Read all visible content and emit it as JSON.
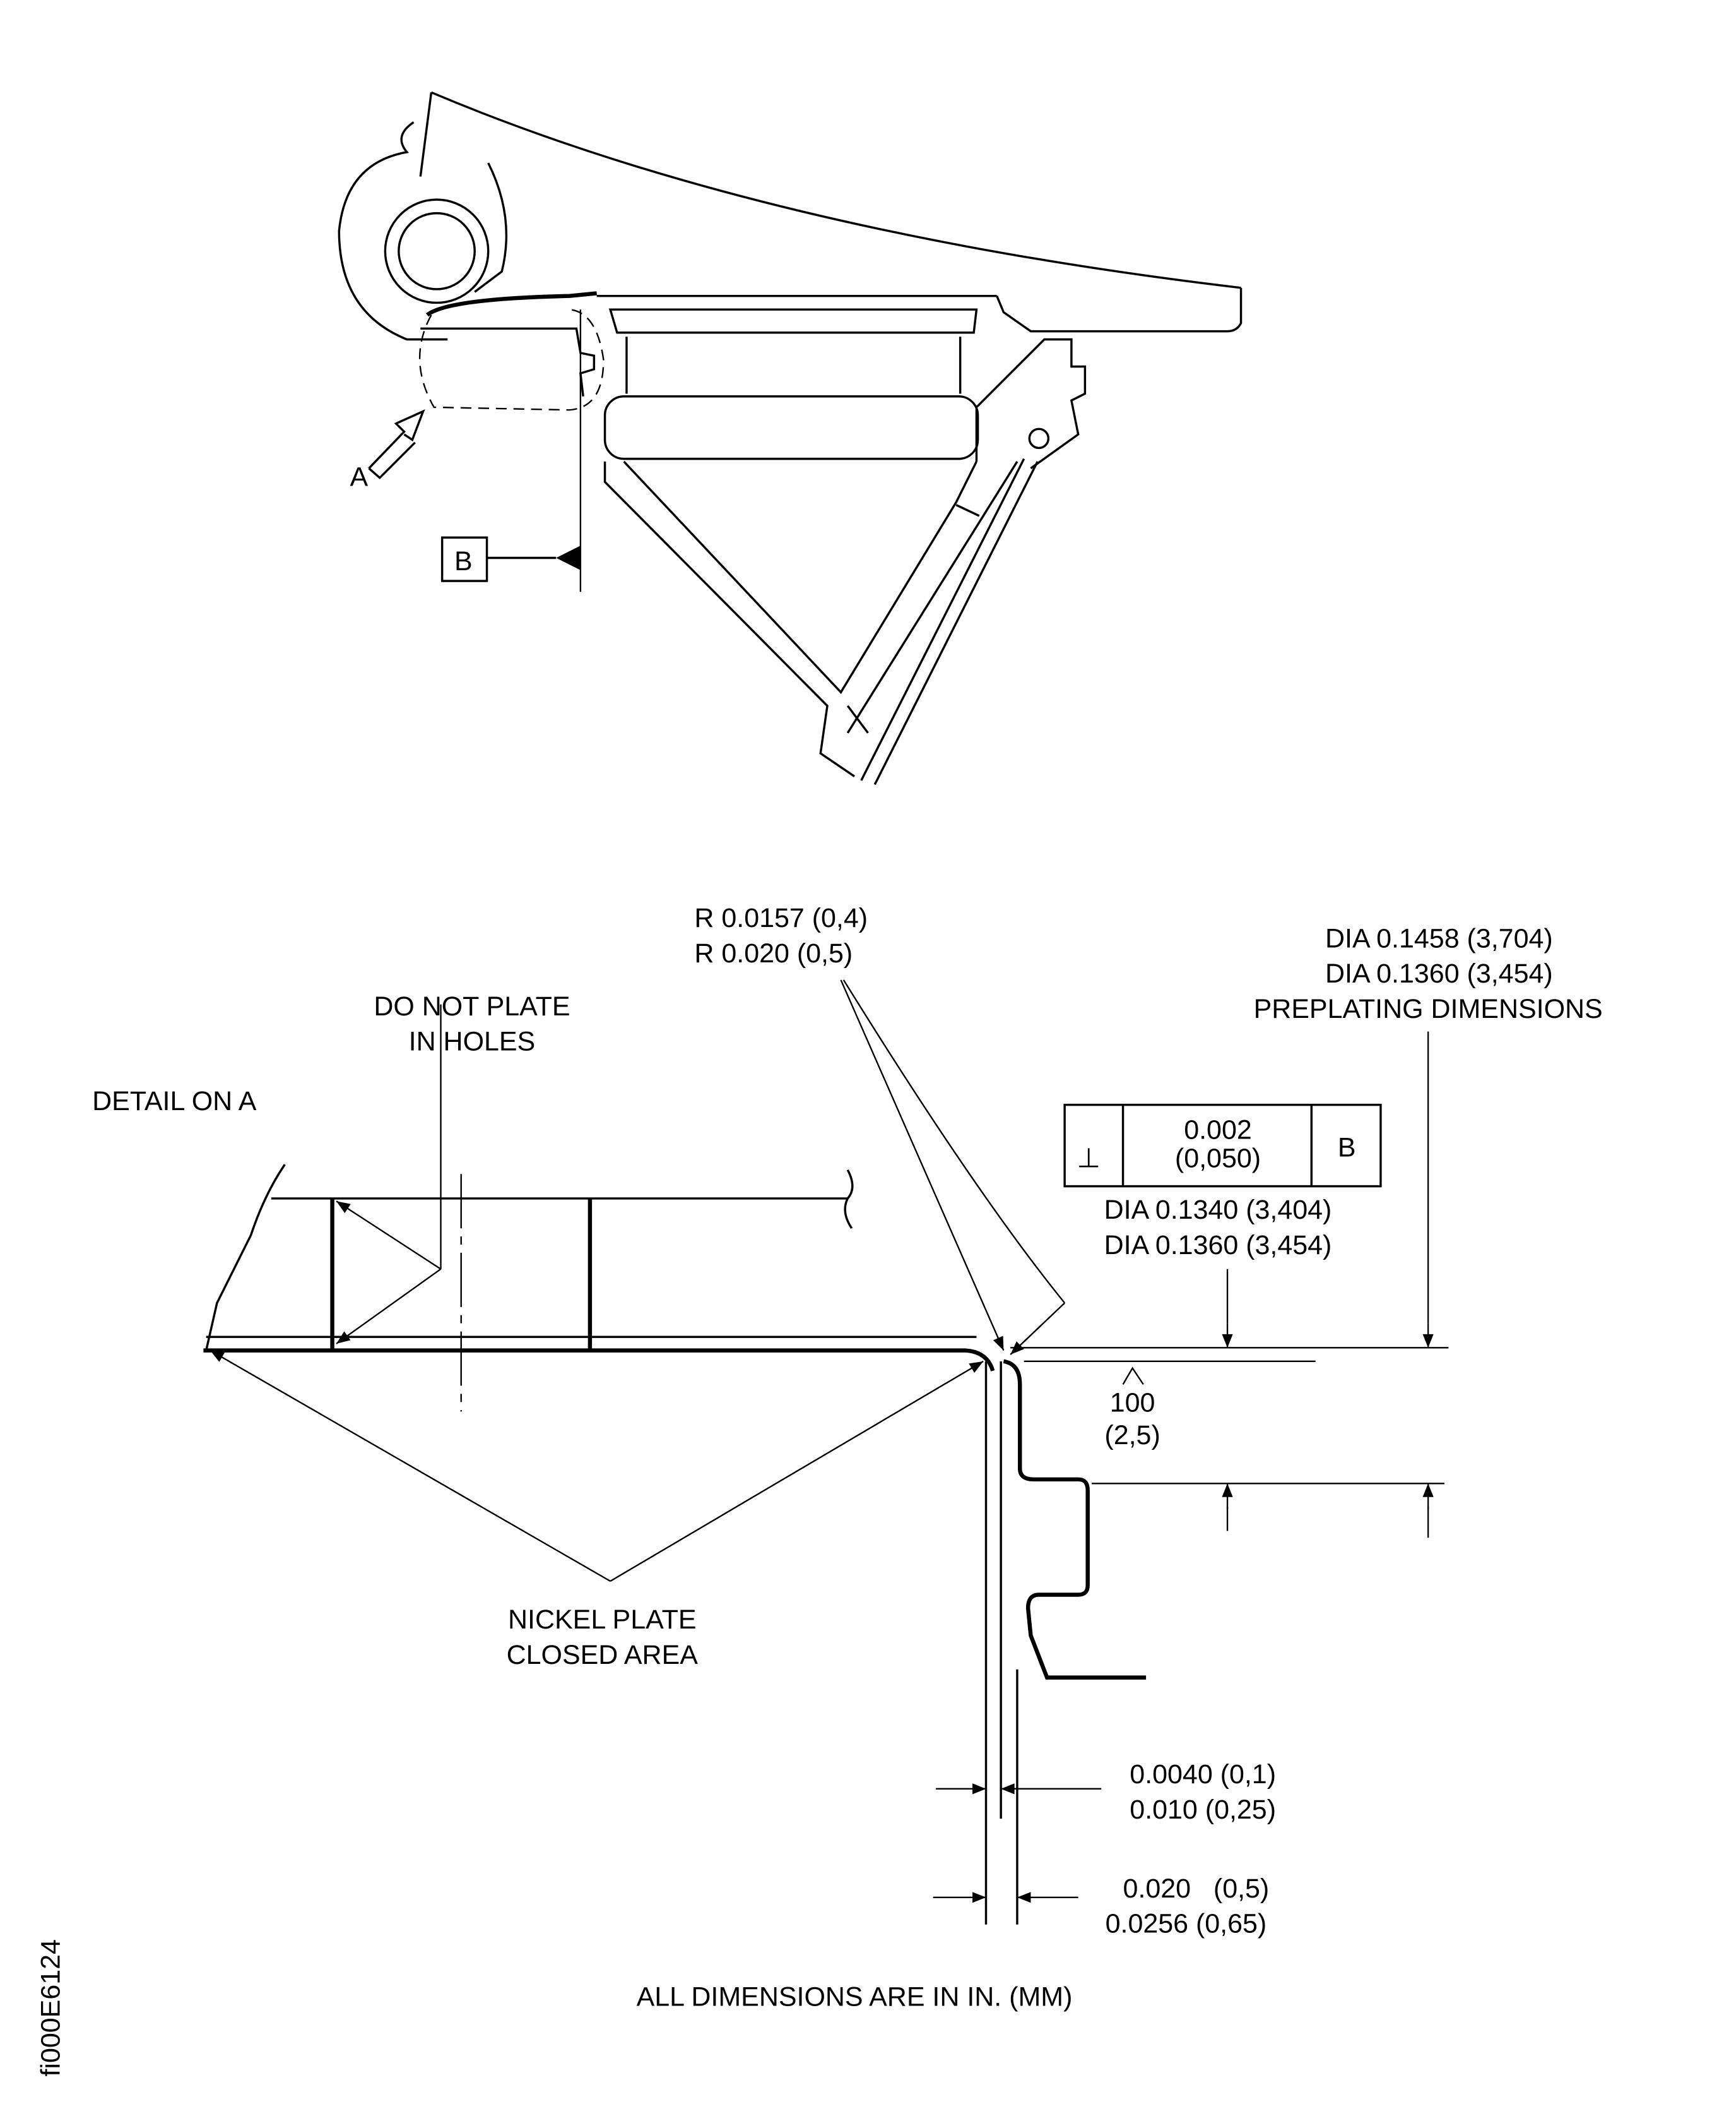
{
  "figure_id": "fi000E6124",
  "overview": {
    "view_arrow_label": "A",
    "datum_label": "B"
  },
  "detail": {
    "title": "DETAIL ON A",
    "do_not_plate": [
      "DO NOT  PLATE",
      "IN HOLES"
    ],
    "nickel_plate": [
      "NICKEL PLATE",
      "CLOSED AREA"
    ],
    "radius": [
      "R 0.0157 (0,4)",
      "R 0.020  (0,5)"
    ],
    "preplating": [
      "DIA 0.1458 (3,704)",
      "DIA 0.1360 (3,454)",
      "PREPLATING DIMENSIONS"
    ],
    "tolerance_frame": {
      "symbol": "⊥",
      "value": "0.002",
      "value_mm": "(0,050)",
      "datum": "B"
    },
    "dia_final": [
      "DIA 0.1340 (3,404)",
      "DIA 0.1360 (3,454)"
    ],
    "depth": [
      "100",
      "(2,5)"
    ],
    "plating_thickness": [
      "0.0040 (0,1)",
      "0.010 (0,25)"
    ],
    "wall_thickness": [
      "0.020   (0,5)",
      "0.0256 (0,65)"
    ],
    "units_note": "ALL DIMENSIONS ARE IN IN. (MM)"
  }
}
